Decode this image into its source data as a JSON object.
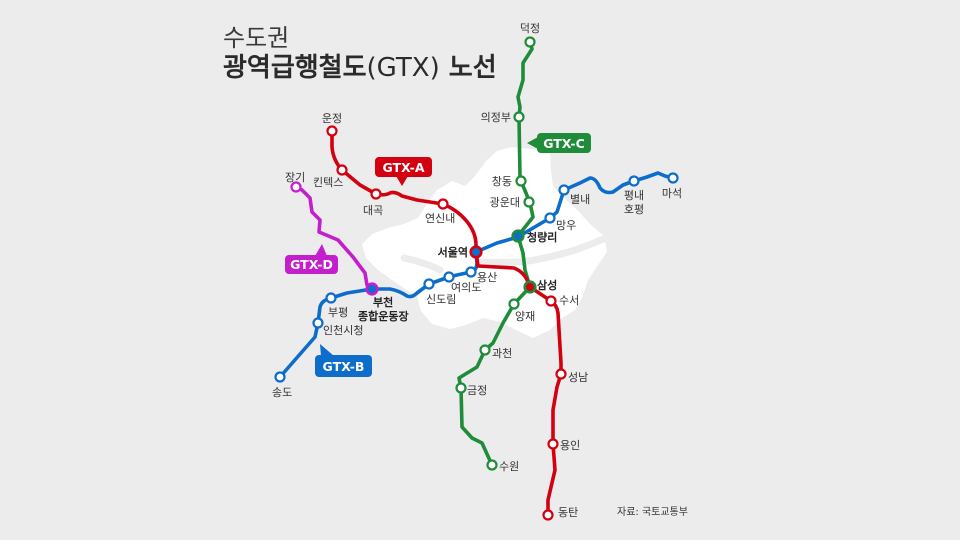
{
  "title": {
    "line1": "수도권",
    "line2_main": "광역급행철도",
    "line2_paren": "(GTX)",
    "line2_suffix": " 노선"
  },
  "lines": {
    "gtx_a": {
      "label": "GTX-A",
      "color": "#d3000f"
    },
    "gtx_b": {
      "label": "GTX-B",
      "color": "#0c6dcb"
    },
    "gtx_c": {
      "label": "GTX-C",
      "color": "#1f8c3a"
    },
    "gtx_d": {
      "label": "GTX-D",
      "color": "#c41fcc"
    }
  },
  "routes": {
    "gtx_a": [
      "운정",
      "킨텍스",
      "대곡",
      "연신내",
      "서울역",
      "삼성",
      "수서",
      "성남",
      "용인",
      "동탄"
    ],
    "gtx_b": [
      "송도",
      "인천시청",
      "부평",
      "부천종합운동장",
      "신도림",
      "여의도",
      "용산",
      "서울역",
      "청량리",
      "망우",
      "별내",
      "평내호평",
      "마석"
    ],
    "gtx_c": [
      "덕정",
      "의정부",
      "창동",
      "광운대",
      "청량리",
      "삼성",
      "양재",
      "과천",
      "금정",
      "수원"
    ],
    "gtx_d": [
      "장기",
      "부천종합운동장"
    ]
  },
  "stations": {
    "unjeong": "운정",
    "kintex": "킨텍스",
    "daegok": "대곡",
    "yeonsinnae": "연신내",
    "seoul": "서울역",
    "samseong": "삼성",
    "suseo": "수서",
    "seongnam": "성남",
    "yongin": "용인",
    "dongtan": "동탄",
    "songdo": "송도",
    "incheon_cityhall": "인천시청",
    "bupyeong": "부평",
    "bucheon_1": "부천",
    "bucheon_2": "종합운동장",
    "sindorim": "신도림",
    "yeouido": "여의도",
    "yongsan": "용산",
    "cheongnyangni": "청량리",
    "mangu": "망우",
    "byeollae": "별내",
    "pyeongnae_1": "평내",
    "pyeongnae_2": "호평",
    "maseok": "마석",
    "deokjeong": "덕정",
    "uijeongbu": "의정부",
    "changdong": "창동",
    "gwangundae": "광운대",
    "yangjae": "양재",
    "gwacheon": "과천",
    "geumjeong": "금정",
    "suwon": "수원",
    "janggi": "장기"
  },
  "colors": {
    "background": "#ececec",
    "seoul_area": "#ffffff"
  },
  "source": "자료: 국토교통부"
}
